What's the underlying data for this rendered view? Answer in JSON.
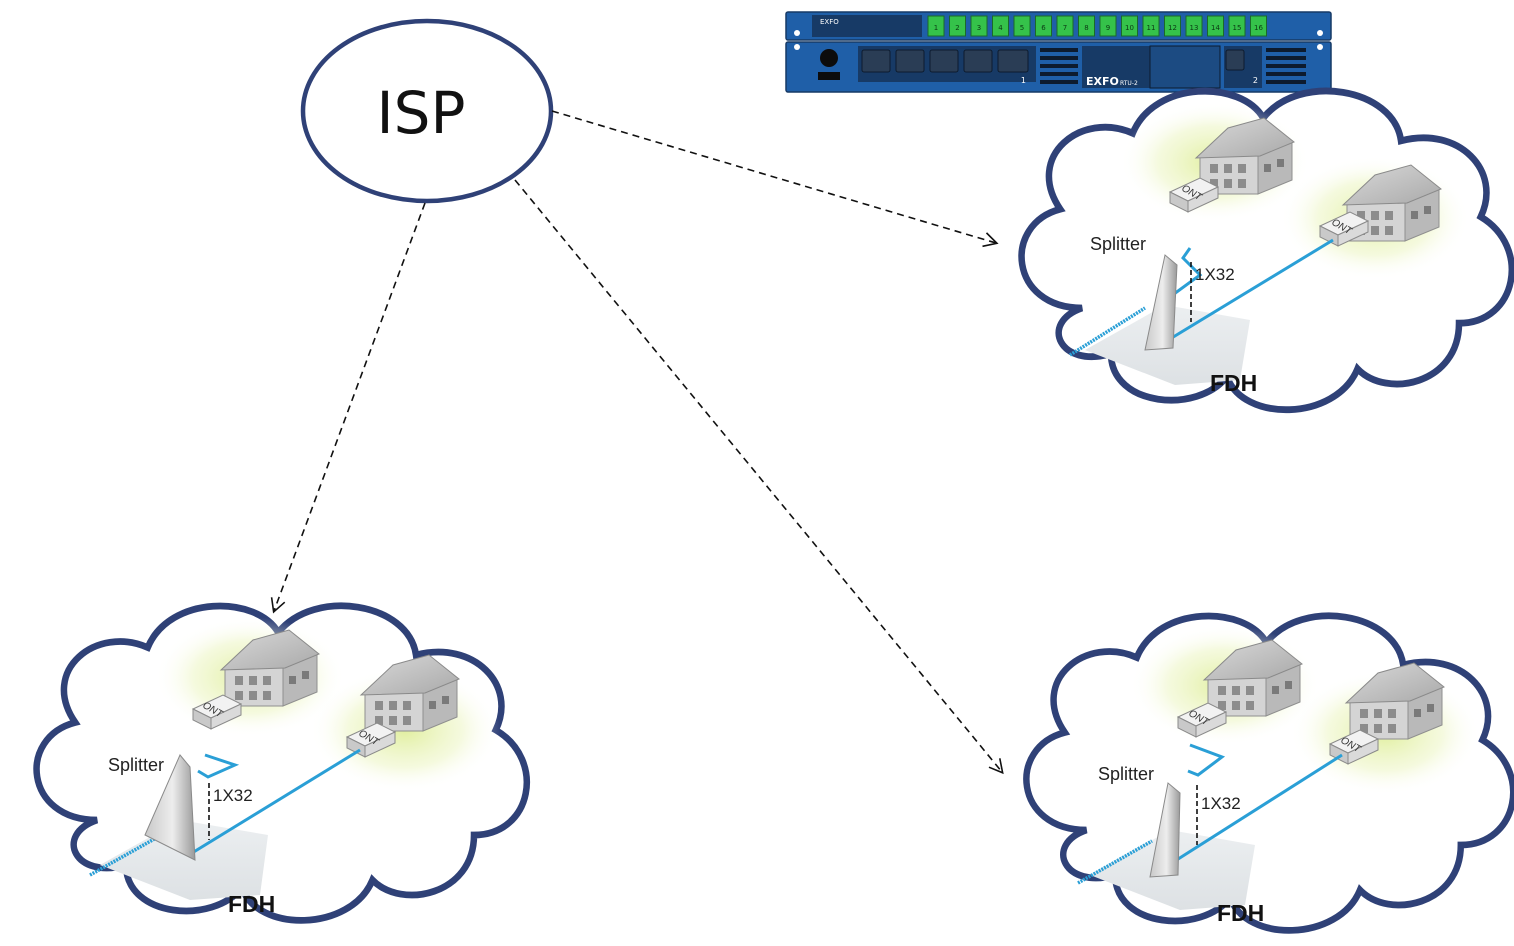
{
  "diagram": {
    "hub": {
      "label": "ISP"
    },
    "equipment": {
      "name": "EXFO",
      "model": "RTU-2",
      "slot_numbers": [
        "1",
        "2"
      ],
      "port_numbers": [
        "1",
        "2",
        "3",
        "4",
        "5",
        "6",
        "7",
        "8",
        "9",
        "10",
        "11",
        "12",
        "13",
        "14",
        "15",
        "16"
      ],
      "icon": "rack-unit-icon"
    },
    "sites": [
      {
        "splitter_label": "Splitter",
        "ratio_label": "1X32",
        "fdh_label": "FDH",
        "ont_labels": [
          "ONT",
          "ONT"
        ]
      },
      {
        "splitter_label": "Splitter",
        "ratio_label": "1X32",
        "fdh_label": "FDH",
        "ont_labels": [
          "ONT",
          "ONT"
        ]
      },
      {
        "splitter_label": "Splitter",
        "ratio_label": "1X32",
        "fdh_label": "FDH",
        "ont_labels": [
          "ONT",
          "ONT"
        ]
      }
    ],
    "links": [
      {
        "from": "ISP",
        "to": "site-1",
        "style": "dashed-arrow"
      },
      {
        "from": "ISP",
        "to": "site-2",
        "style": "dashed-arrow"
      },
      {
        "from": "ISP",
        "to": "site-3",
        "style": "dashed-arrow"
      }
    ],
    "colors": {
      "outline": "#2f4177",
      "fiber": "#2a9fd6",
      "rack": "#1f5fa8",
      "rack_dark": "#173a66",
      "port_green": "#35c24a",
      "house_glow": "#e9f2b8"
    }
  }
}
